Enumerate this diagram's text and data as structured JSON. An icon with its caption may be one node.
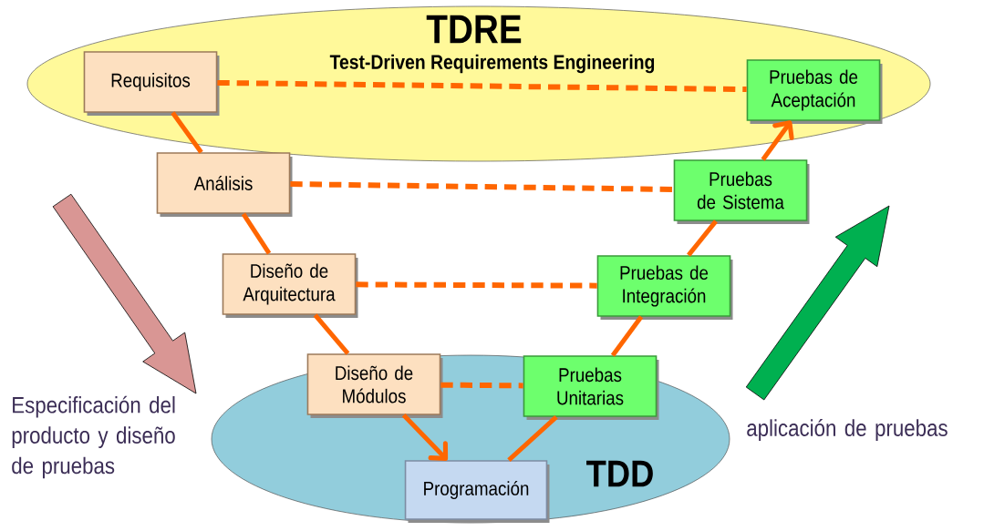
{
  "diagram": {
    "nodes": [
      {
        "text": [
          "TDRE",
          "Test-Driven Requirements Engineering"
        ]
      },
      {
        "text": [
          "TDD"
        ]
      },
      {
        "text": [
          "Requisitos"
        ],
        "in": 0
      },
      {
        "text": [
          "Análisis"
        ]
      },
      {
        "text": [
          "Diseño de Arquitectura"
        ]
      },
      {
        "text": [
          "Diseño de Módulos"
        ],
        "in": 1
      },
      {
        "text": [
          "Programación"
        ],
        "in": 1
      },
      {
        "text": [
          "Pruebas Unitarias"
        ],
        "in": 1
      },
      {
        "text": [
          "Pruebas de Integración"
        ]
      },
      {
        "text": [
          "Pruebas de Sistema"
        ]
      },
      {
        "text": [
          "Pruebas de Aceptación"
        ],
        "in": 0
      }
    ],
    "edges": [
      {
        "from": 2,
        "to": 3,
        "arrow": "none"
      },
      {
        "from": 3,
        "to": 4,
        "arrow": "none"
      },
      {
        "from": 4,
        "to": 5,
        "arrow": "none"
      },
      {
        "from": 5,
        "to": 6,
        "arrow": "to"
      },
      {
        "from": 6,
        "to": 7,
        "arrow": "none"
      },
      {
        "from": 7,
        "to": 8,
        "arrow": "none"
      },
      {
        "from": 8,
        "to": 9,
        "arrow": "none"
      },
      {
        "from": 9,
        "to": 10,
        "arrow": "to"
      },
      {
        "from": 2,
        "to": 10,
        "arrow": "none",
        "style": "dashed"
      },
      {
        "from": 3,
        "to": 9,
        "arrow": "none",
        "style": "dashed"
      },
      {
        "from": 4,
        "to": 8,
        "arrow": "none",
        "style": "dashed"
      },
      {
        "from": 5,
        "to": 7,
        "arrow": "none",
        "style": "dashed"
      }
    ],
    "labels": [
      "Especificación del producto y diseño de pruebas",
      "aplicación de pruebas"
    ]
  }
}
